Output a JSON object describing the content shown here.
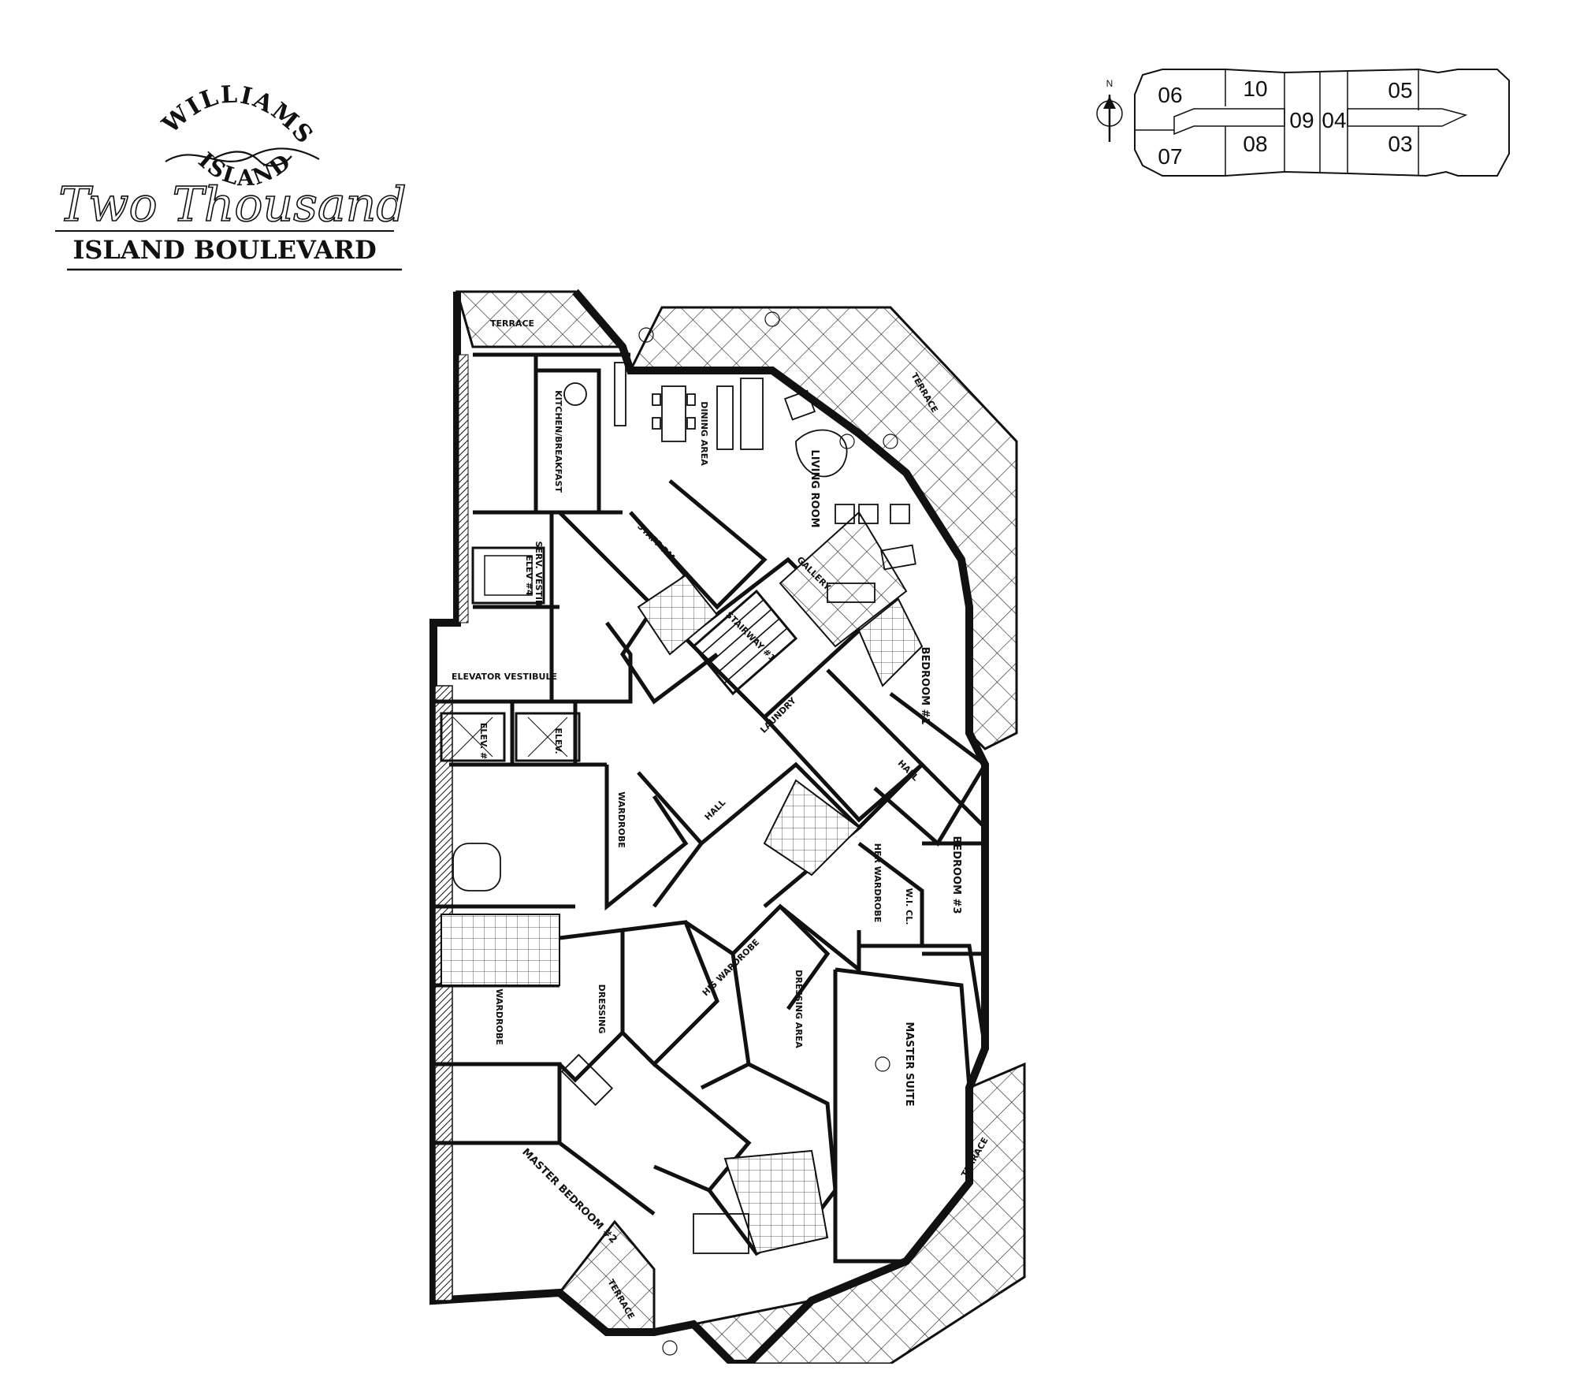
{
  "logo": {
    "arc_top": "WILLIAMS",
    "arc_bottom": "ISLAND",
    "script": "Two Thousand",
    "subtitle": "ISLAND BOULEVARD"
  },
  "keyplan": {
    "north": "N",
    "units": [
      "06",
      "10",
      "09",
      "04",
      "05",
      "07",
      "08",
      "03"
    ]
  },
  "rooms": {
    "terrace_top": "TERRACE",
    "kitchen": "KITCHEN/BREAKFAST",
    "dining": "DINING AREA",
    "living": "LIVING ROOM",
    "terrace_right": "TERRACE",
    "staff": "STAFF RM",
    "serv": "SERV. VESTIB.",
    "elev_top": "ELEV #4",
    "gallery": "GALLERY",
    "stairway": "STAIRWAY #1",
    "elevator_vestibule": "ELEVATOR VESTIBULE",
    "bedroom1": "BEDROOM #1",
    "hall_right": "HALL",
    "laundry": "LAUNDRY",
    "elev_a": "ELEV. #",
    "elev_b": "ELEV.",
    "wardrobe_mid": "WARDROBE",
    "hall_center": "HALL",
    "her_wardrobe": "HER WARDROBE",
    "bedroom3": "BEDROOM #3",
    "wicl": "W.I. CL.",
    "his_wardrobe": "HIS WARDROBE",
    "dressing": "DRESSING AREA",
    "master_suite": "MASTER SUITE",
    "wardrobe_left": "WARDROBE",
    "dressing_left": "DRESSING",
    "master_bedroom2": "MASTER BEDROOM #2",
    "terrace_bottom_left": "TERRACE",
    "terrace_bottom_right": "TERRACE"
  }
}
